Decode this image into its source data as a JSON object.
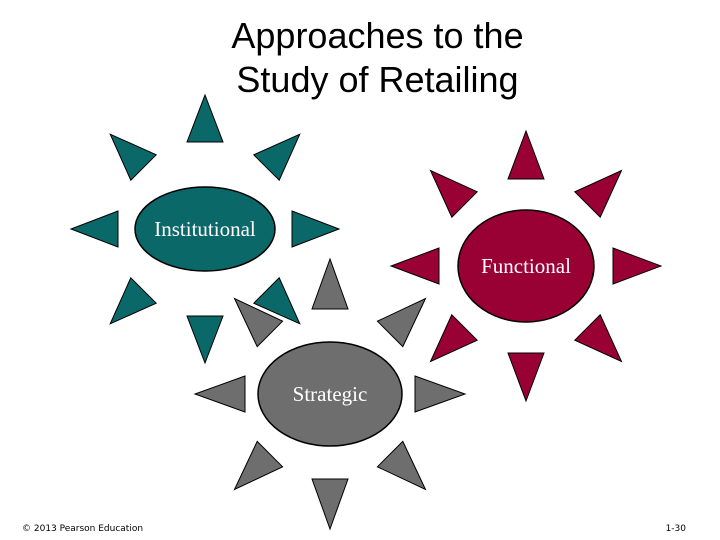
{
  "title": {
    "line1": "Approaches to the",
    "line2": "Study of Retailing"
  },
  "approaches": [
    {
      "label": "Institutional",
      "color": "#0b6868"
    },
    {
      "label": "Functional",
      "color": "#990033"
    },
    {
      "label": "Strategic",
      "color": "#6e6e6e"
    }
  ],
  "footer": {
    "copyright": "© 2013 Pearson Education",
    "page": "1-30"
  }
}
